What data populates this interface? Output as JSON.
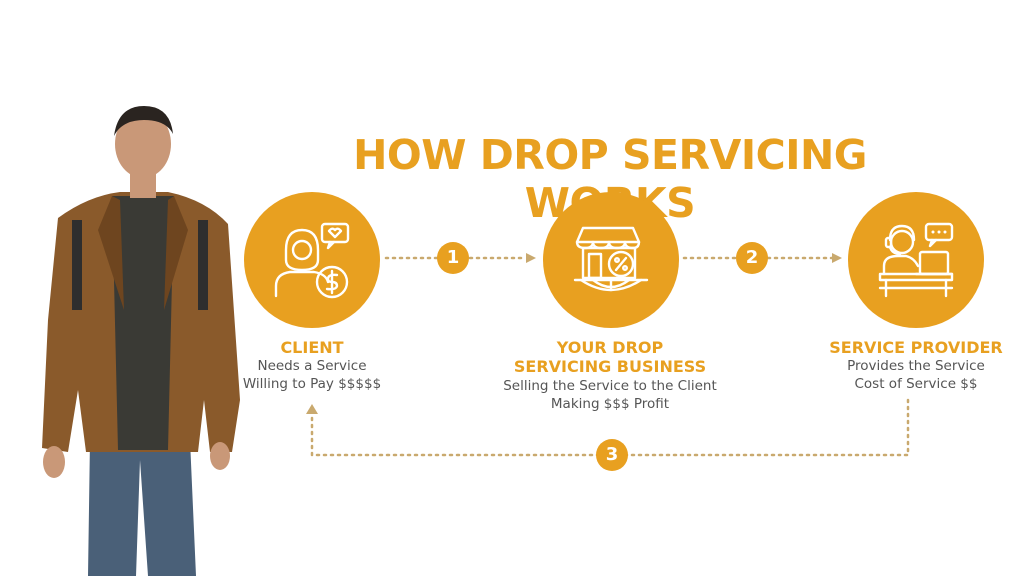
{
  "colors": {
    "accent": "#E8A020",
    "line": "#C9A96E",
    "jacket": "#8A5A2B",
    "shirt": "#3A3A35",
    "jeans": "#4A6078",
    "skin": "#C99878",
    "hair": "#2A2420"
  },
  "title": "HOW DROP SERVICING WORKS",
  "nodes": [
    {
      "label": "CLIENT",
      "lines": [
        "Needs a Service",
        "Willing to Pay $$$$$"
      ],
      "icon": "client-money-icon"
    },
    {
      "label_line1": "YOUR DROP",
      "label_line2": "SERVICING BUSINESS",
      "lines": [
        "Selling the Service to the Client",
        "Making $$$ Profit"
      ],
      "icon": "storefront-discount-icon"
    },
    {
      "label": "SERVICE PROVIDER",
      "lines": [
        "Provides the Service",
        "Cost of Service $$"
      ],
      "icon": "freelancer-laptop-icon"
    }
  ],
  "steps": [
    "1",
    "2",
    "3"
  ]
}
